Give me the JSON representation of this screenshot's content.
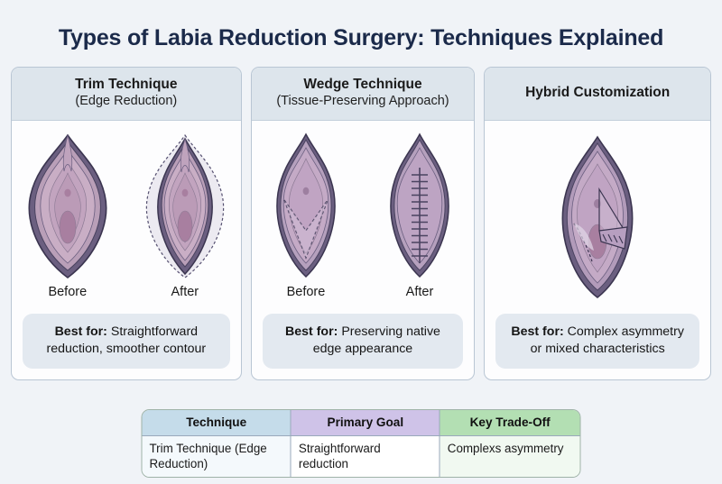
{
  "page": {
    "title": "Types of Labia Reduction Surgery: Techniques Explained",
    "background_color": "#f0f3f7",
    "title_color": "#1b2a4a"
  },
  "cards": [
    {
      "id": "trim",
      "heading_main": "Trim Technique",
      "heading_sub": "(Edge Reduction)",
      "figures": [
        {
          "caption": "Before",
          "state": "before"
        },
        {
          "caption": "After",
          "state": "after"
        }
      ],
      "bestfor_label": "Best for:",
      "bestfor_text": "Straightforward reduction, smoother contour"
    },
    {
      "id": "wedge",
      "heading_main": "Wedge Technique",
      "heading_sub": "(Tissue-Preserving Approach)",
      "figures": [
        {
          "caption": "Before",
          "state": "before"
        },
        {
          "caption": "After",
          "state": "after"
        }
      ],
      "bestfor_label": "Best for:",
      "bestfor_text": "Preserving native edge appearance"
    },
    {
      "id": "hybrid",
      "heading_main": "Hybrid Customization",
      "heading_sub": "",
      "figures": [
        {
          "caption": "",
          "state": "combined"
        }
      ],
      "bestfor_label": "Best for:",
      "bestfor_text": "Complex asymmetry or mixed characteristics"
    }
  ],
  "table": {
    "headers": [
      "Technique",
      "Primary Goal",
      "Key Trade-Off"
    ],
    "header_colors": [
      "#c5dcea",
      "#cfc3e8",
      "#b3dfb3"
    ],
    "cell_colors": [
      "#f4f9fc",
      "#ffffff",
      "#f1f9f1"
    ],
    "rows": [
      [
        "Trim Technique (Edge Reduction)",
        "Straightforward reduction",
        "Complexs asymmetry"
      ]
    ]
  },
  "palette": {
    "outer_dark": "#6b5f80",
    "mid_mauve": "#b99fb8",
    "light_mauve": "#c9aec5",
    "inner_oval": "#a87fa0",
    "outline": "#3b3550",
    "ghost_dashed": "#555070"
  }
}
